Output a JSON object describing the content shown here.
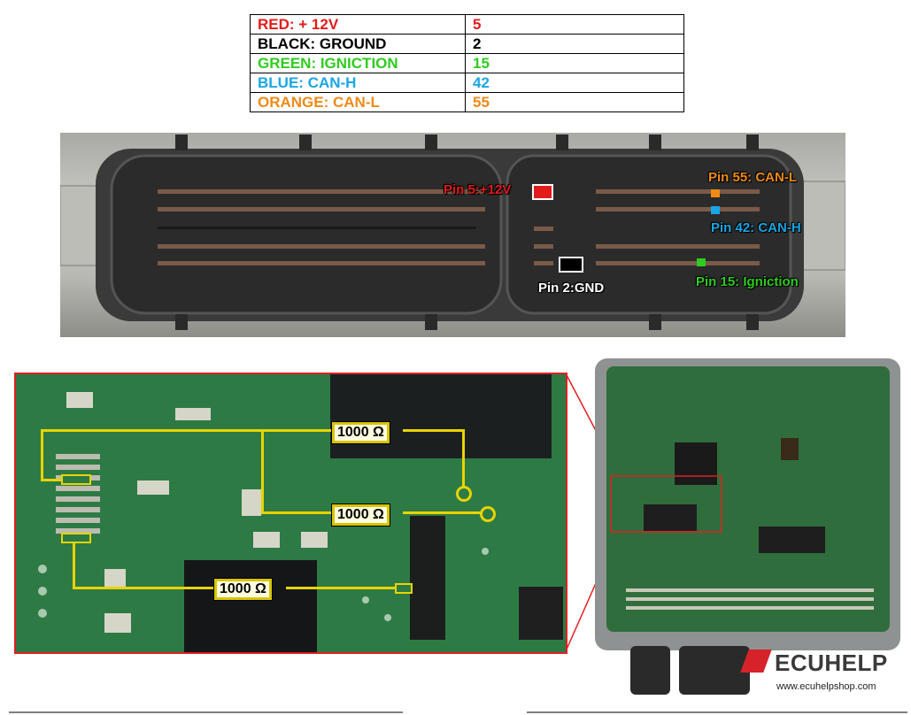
{
  "wire_table": {
    "rows": [
      {
        "label": "RED: + 12V",
        "pin": "5",
        "color": "#e31b1b"
      },
      {
        "label": "BLACK: GROUND",
        "pin": "2",
        "color": "#000000"
      },
      {
        "label": "GREEN: IGNICTION",
        "pin": "15",
        "color": "#2ecc1f"
      },
      {
        "label": "BLUE: CAN-H",
        "pin": "42",
        "color": "#1aa6e6"
      },
      {
        "label": "ORANGE: CAN-L",
        "pin": "55",
        "color": "#f08a17"
      }
    ]
  },
  "connector": {
    "callouts": {
      "pin5": "Pin 5:+12V",
      "pin2": "Pin 2:GND",
      "pin55": "Pin 55: CAN-L",
      "pin42": "Pin 42: CAN-H",
      "pin15": "Pin 15: Igniction"
    }
  },
  "pcb": {
    "resistors": [
      "1000 Ω",
      "1000 Ω",
      "1000 Ω"
    ],
    "zoom_frame_color": "#e02020",
    "trace_color": "#e8d400"
  },
  "brand": {
    "name": "ECUHELP",
    "url": "www.ecuhelpshop.com",
    "accent": "#d6232a"
  }
}
